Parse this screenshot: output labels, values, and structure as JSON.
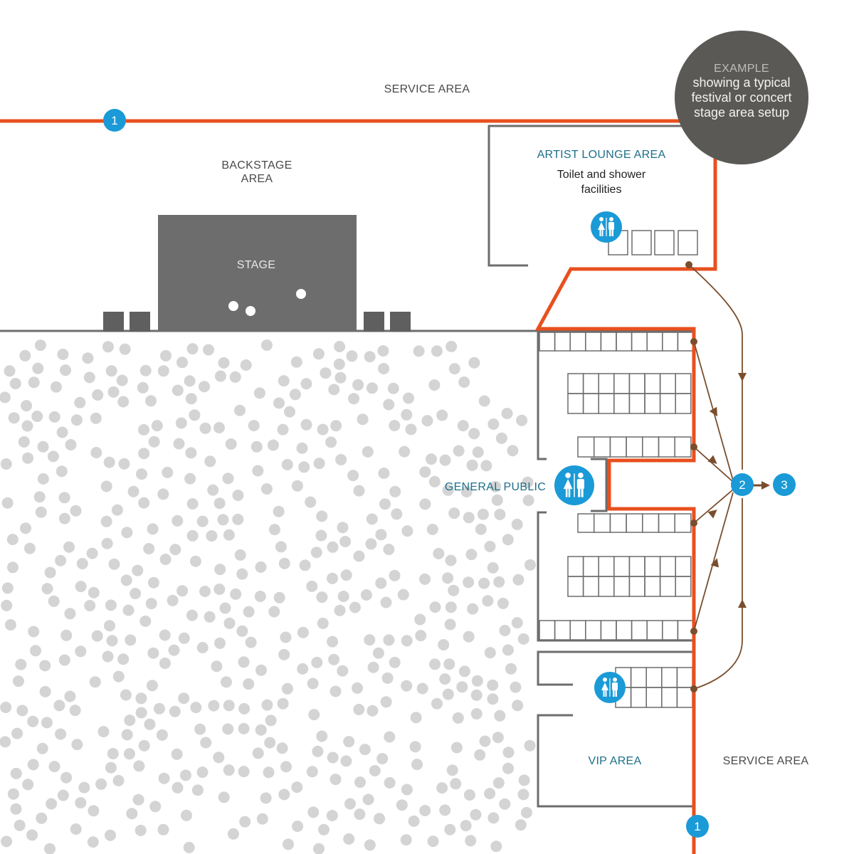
{
  "labels": {
    "service_area_top": "SERVICE AREA",
    "service_area_right": "SERVICE AREA",
    "backstage_line1": "BACKSTAGE",
    "backstage_line2": "AREA",
    "stage": "STAGE",
    "artist_lounge": "ARTIST LOUNGE AREA",
    "artist_note_line1": "Toilet and shower",
    "artist_note_line2": "facilities",
    "general_public": "GENERAL PUBLIC",
    "vip_area": "VIP AREA"
  },
  "example_note": {
    "title": "EXAMPLE",
    "line1": "showing a typical",
    "line2": "festival or concert",
    "line3": "stage area setup"
  },
  "markers": {
    "top": "1",
    "bottom": "1",
    "collection": "2",
    "destination": "3"
  },
  "icons": {
    "toilet": "restroom-icon",
    "arrow": "arrow-icon"
  },
  "colors": {
    "fence": "#e8501e",
    "marker": "#1a9ad6",
    "flow": "#7a4e2d",
    "structure": "#6d6d6d",
    "crowd": "#d4d4d4",
    "example_bg": "#5b5956"
  }
}
